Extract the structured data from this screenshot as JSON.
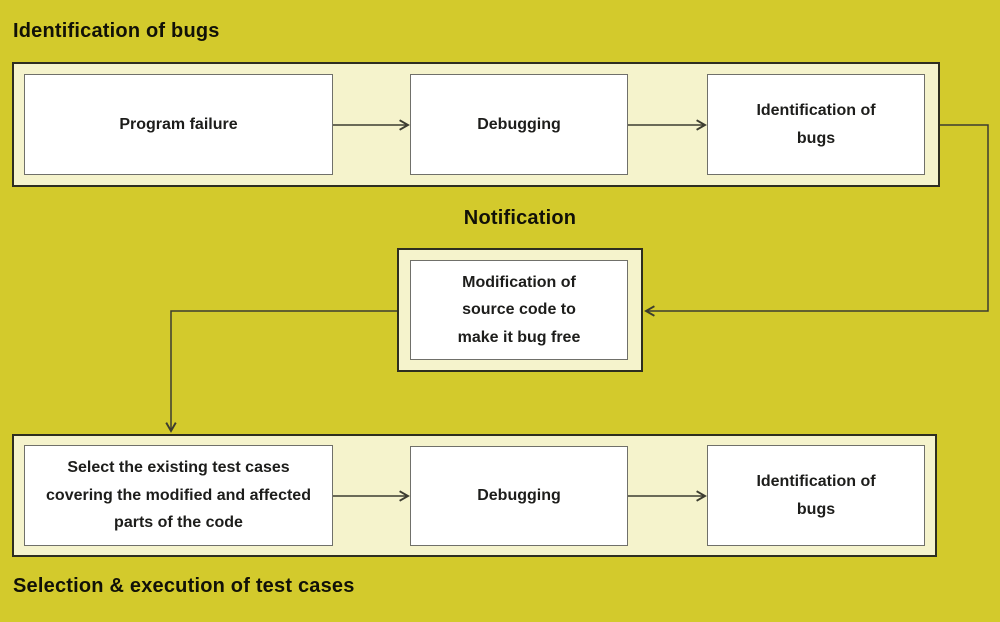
{
  "diagram": {
    "titles": {
      "top": "Identification of bugs",
      "middle": "Notification",
      "bottom": "Selection & execution of test cases"
    },
    "top_row": [
      "Program failure",
      "Debugging",
      "Identification of bugs"
    ],
    "middle_node": "Modification of source code to make it bug free",
    "bottom_row": [
      "Select the existing test cases covering the modified and affected parts of the code",
      "Debugging",
      "Identification of bugs"
    ],
    "colors": {
      "background": "#d3ca2c",
      "band_fill": "#f5f3cc",
      "band_border": "#2e2e20",
      "node_fill": "#ffffff",
      "node_border": "#70706a",
      "arrow": "#3c3c30",
      "text": "#1d1d1b"
    }
  }
}
